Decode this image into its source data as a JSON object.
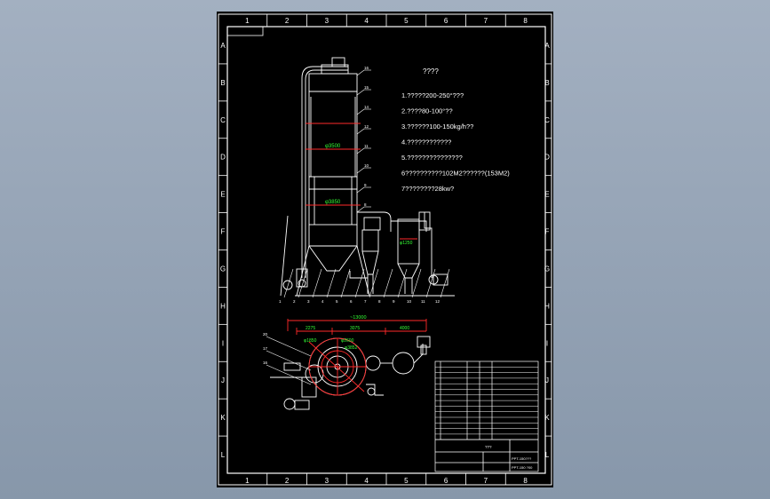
{
  "border": {
    "columns": [
      "1",
      "2",
      "3",
      "4",
      "5",
      "6",
      "7",
      "8"
    ],
    "rows": [
      "A",
      "B",
      "C",
      "D",
      "E",
      "F",
      "G",
      "H",
      "I",
      "J",
      "K",
      "L"
    ]
  },
  "notes": {
    "title": "????",
    "items": [
      "1.?????200-250°???",
      "2.????80-100°??",
      "3.??????100-150kg/h??",
      "4.????????????",
      "5.???????????????",
      "6??????????102M2??????(153M2)",
      "7????????28kw?"
    ]
  },
  "dimensions": {
    "diam_upper": "φ3500",
    "diam_lower": "φ3850",
    "small_vessel": "φ1250",
    "plan_total": "~13000",
    "plan_1": "2275",
    "plan_2": "3075",
    "plan_3": "4000",
    "plan_d1": "φ1850",
    "plan_d2": "φ2600",
    "plan_d3": "φ3852"
  },
  "callouts": {
    "upper": [
      "16",
      "15",
      "14",
      "12",
      "11",
      "10",
      "9",
      "8"
    ],
    "plan": [
      "20",
      "17",
      "16"
    ],
    "bottom": [
      "1",
      "2",
      "3",
      "4",
      "5",
      "6",
      "7",
      "8",
      "9",
      "10",
      "11",
      "12"
    ]
  },
  "title_block": {
    "label_1": "???",
    "label_2": "PPT-150???",
    "label_3": "PPT-150 ?00"
  },
  "colors": {
    "line": "#ffffff",
    "accent_red": "#ff2a2a",
    "accent_green": "#35ff35",
    "sheet": "#000000"
  }
}
